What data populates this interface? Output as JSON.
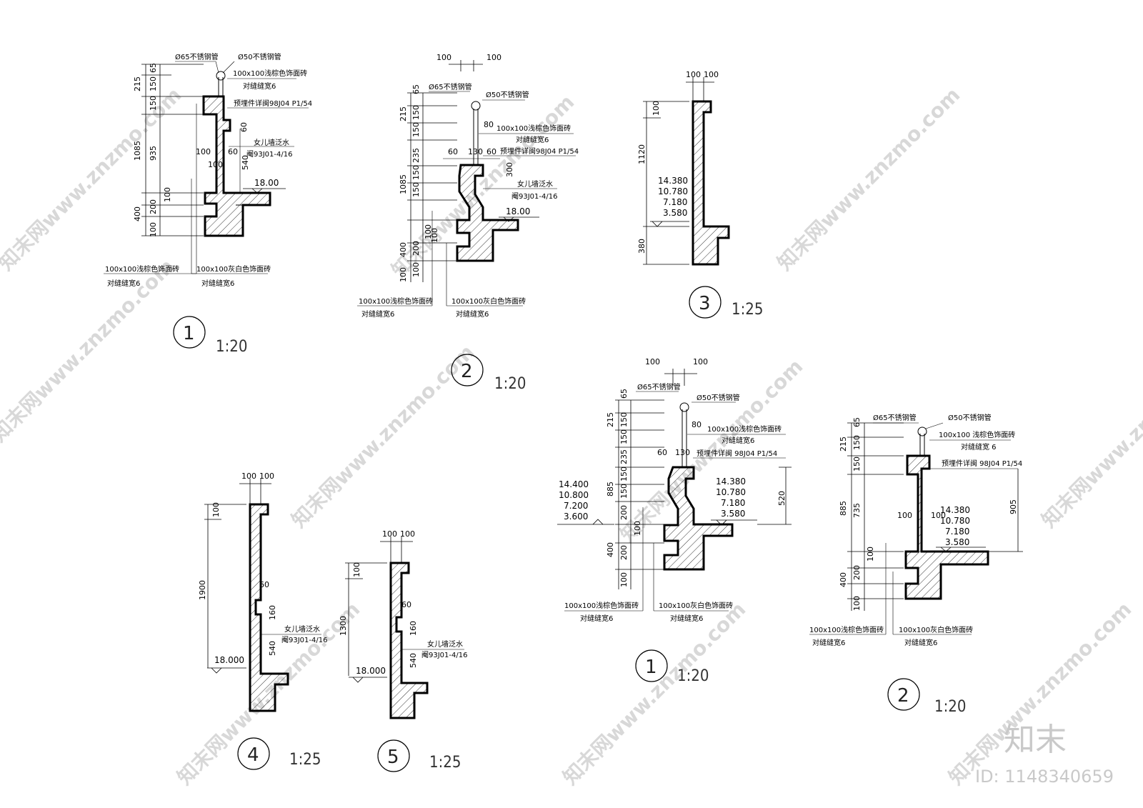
{
  "details": [
    {
      "id": "d1a",
      "circle": "1",
      "scale": "1:20",
      "pipe_labels": [
        "Ø65不锈钢管",
        "Ø50不锈钢管"
      ],
      "top_notes": [
        "100x100浅棕色饰面砖",
        "对缝缝宽6",
        "预埋件详闽98J04 P1/54"
      ],
      "flashing_notes": [
        "女儿墙泛水",
        "阉93J01-4/16"
      ],
      "dims_outer": [
        "215",
        "1085",
        "400"
      ],
      "dims_inner": [
        "65",
        "150",
        "150",
        "935",
        "100",
        "200",
        "100"
      ],
      "local_dims": [
        "60",
        "100",
        "60",
        "100",
        "540"
      ],
      "elevation": "18.00",
      "bottom_notes_left": [
        "100x100浅棕色饰面砖",
        "对缝缝宽6"
      ],
      "bottom_notes_right": [
        "100x100灰白色饰面砖",
        "对缝缝宽6"
      ]
    },
    {
      "id": "d2a",
      "circle": "2",
      "scale": "1:20",
      "top_dims": [
        "100",
        "100"
      ],
      "pipe_labels": [
        "Ø65不锈钢管",
        "Ø50不锈钢管"
      ],
      "top_notes": [
        "100x100浅棕色饰面砖",
        "对缝缝宽6",
        "预埋件详闽98J04 P1/54"
      ],
      "flashing_notes": [
        "女儿墙泛水",
        "阉93J01-4/16"
      ],
      "dims_outer": [
        "215",
        "1085",
        "400",
        "100"
      ],
      "dims_inner": [
        "65",
        "150",
        "150",
        "235",
        "150",
        "150",
        "100",
        "200",
        "100"
      ],
      "local_dims": [
        "80",
        "60",
        "130",
        "60",
        "300",
        "100"
      ],
      "elevation": "18.00",
      "bottom_notes_left": [
        "100x100浅棕色饰面砖",
        "对缝缝宽6"
      ],
      "bottom_notes_right": [
        "100x100灰白色饰面砖",
        "对缝缝宽6"
      ]
    },
    {
      "id": "d3",
      "circle": "3",
      "scale": "1:25",
      "top_dims": [
        "100",
        "100"
      ],
      "dims_outer": [
        "100",
        "1120",
        "380"
      ],
      "elevations": [
        "14.380",
        "10.780",
        "7.180",
        "3.580"
      ]
    },
    {
      "id": "d4",
      "circle": "4",
      "scale": "1:25",
      "top_dims": [
        "100",
        "100"
      ],
      "dims_outer": [
        "100",
        "1900"
      ],
      "local_dims": [
        "60",
        "160",
        "540"
      ],
      "flashing_notes": [
        "女儿墙泛水",
        "阉93J01-4/16"
      ],
      "elevation": "18.000"
    },
    {
      "id": "d5",
      "circle": "5",
      "scale": "1:25",
      "top_dims": [
        "100",
        "100"
      ],
      "dims_outer": [
        "100",
        "1300"
      ],
      "local_dims": [
        "60",
        "160",
        "540"
      ],
      "flashing_notes": [
        "女儿墙泛水",
        "阉93J01-4/16"
      ],
      "elevation": "18.000"
    },
    {
      "id": "d1b",
      "circle": "1",
      "scale": "1:20",
      "top_dims": [
        "100",
        "100"
      ],
      "pipe_labels": [
        "Ø65不锈钢管",
        "Ø50不锈钢管"
      ],
      "top_notes": [
        "100x100浅棕色饰面砖",
        "对缝缝宽6",
        "预埋件详闽 98J04 P1/54"
      ],
      "dims_outer": [
        "215",
        "885",
        "400"
      ],
      "dims_inner": [
        "65",
        "150",
        "150",
        "235",
        "150",
        "150",
        "200",
        "100",
        "200",
        "100"
      ],
      "local_dims": [
        "80",
        "60",
        "130",
        "520"
      ],
      "elevations_left": [
        "14.400",
        "10.800",
        "7.200",
        "3.600"
      ],
      "elevations_right": [
        "14.380",
        "10.780",
        "7.180",
        "3.580"
      ],
      "bottom_notes_left": [
        "100x100浅棕色饰面砖",
        "对缝缝宽6"
      ],
      "bottom_notes_right": [
        "100x100灰白色饰面砖",
        "对缝缝宽6"
      ]
    },
    {
      "id": "d2b",
      "circle": "2",
      "scale": "1:20",
      "pipe_labels": [
        "Ø65不锈钢管",
        "Ø50不锈钢管"
      ],
      "top_notes": [
        "100x100 浅棕色饰面砖",
        "对缝缝宽 6",
        "预埋件详闽 98J04 P1/54"
      ],
      "dims_outer": [
        "215",
        "885",
        "400"
      ],
      "dims_inner": [
        "65",
        "150",
        "150",
        "735",
        "100",
        "200",
        "100"
      ],
      "local_dims": [
        "100",
        "100",
        "905"
      ],
      "elevations": [
        "14.380",
        "10.780",
        "7.180",
        "3.580"
      ],
      "bottom_notes_left": [
        "100x100浅棕色饰面砖",
        "对缝缝宽6"
      ],
      "bottom_notes_right": [
        "100x100灰白色饰面砖",
        "对缝缝宽6"
      ]
    }
  ],
  "watermarks": {
    "site": "知末网www.znzmo.com",
    "brand": "知末",
    "id": "ID: 1148340659"
  }
}
